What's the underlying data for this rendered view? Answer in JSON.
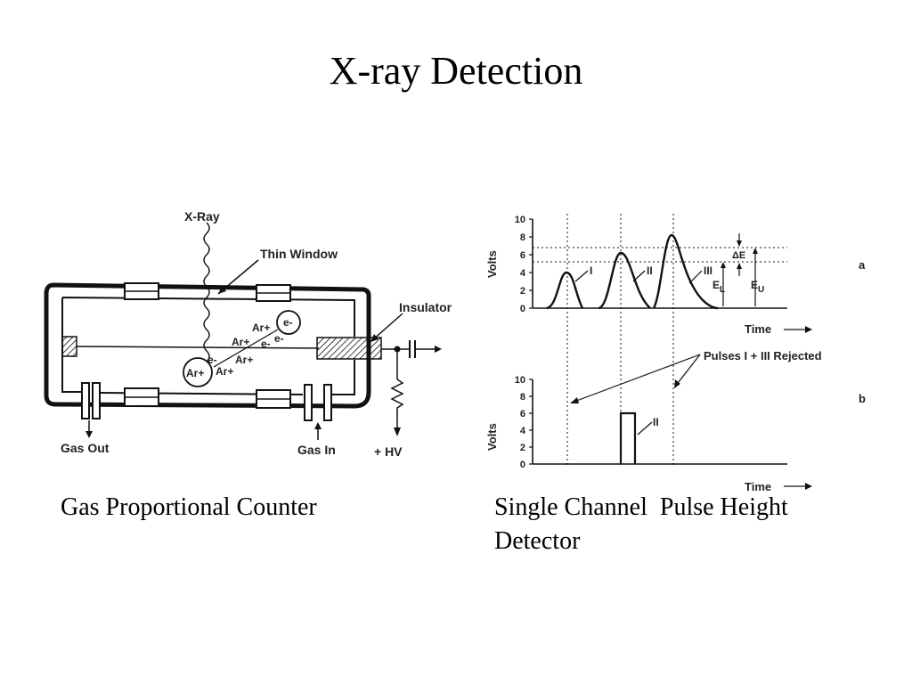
{
  "slide": {
    "title": "X-ray Detection",
    "caption_left": "Gas Proportional Counter",
    "caption_right_line1": "Single Channel  Pulse Height",
    "caption_right_line2": "Detector"
  },
  "counter_diagram": {
    "xray": "X-Ray",
    "thin_window": "Thin Window",
    "insulator": "Insulator",
    "gas_out": "Gas Out",
    "gas_in": "Gas In",
    "hv": "+ HV",
    "ions": [
      "Ar+",
      "e-",
      "Ar+",
      "e-",
      "e-",
      "e-",
      "Ar+",
      "Ar+",
      "Ar+"
    ]
  },
  "pulse_diagram": {
    "ylabel": "Volts",
    "xlabel": "Time",
    "panel_a": "a",
    "panel_b": "b",
    "delta_e": "ΔE",
    "e_lower": "E",
    "e_lower_sub": "L",
    "e_upper": "E",
    "e_upper_sub": "U",
    "pulse_labels": [
      "I",
      "II",
      "III"
    ],
    "pulse_b_label": "II",
    "rejected_note": "Pulses I + III Rejected",
    "yticks": [
      0,
      2,
      4,
      6,
      8,
      10
    ]
  }
}
